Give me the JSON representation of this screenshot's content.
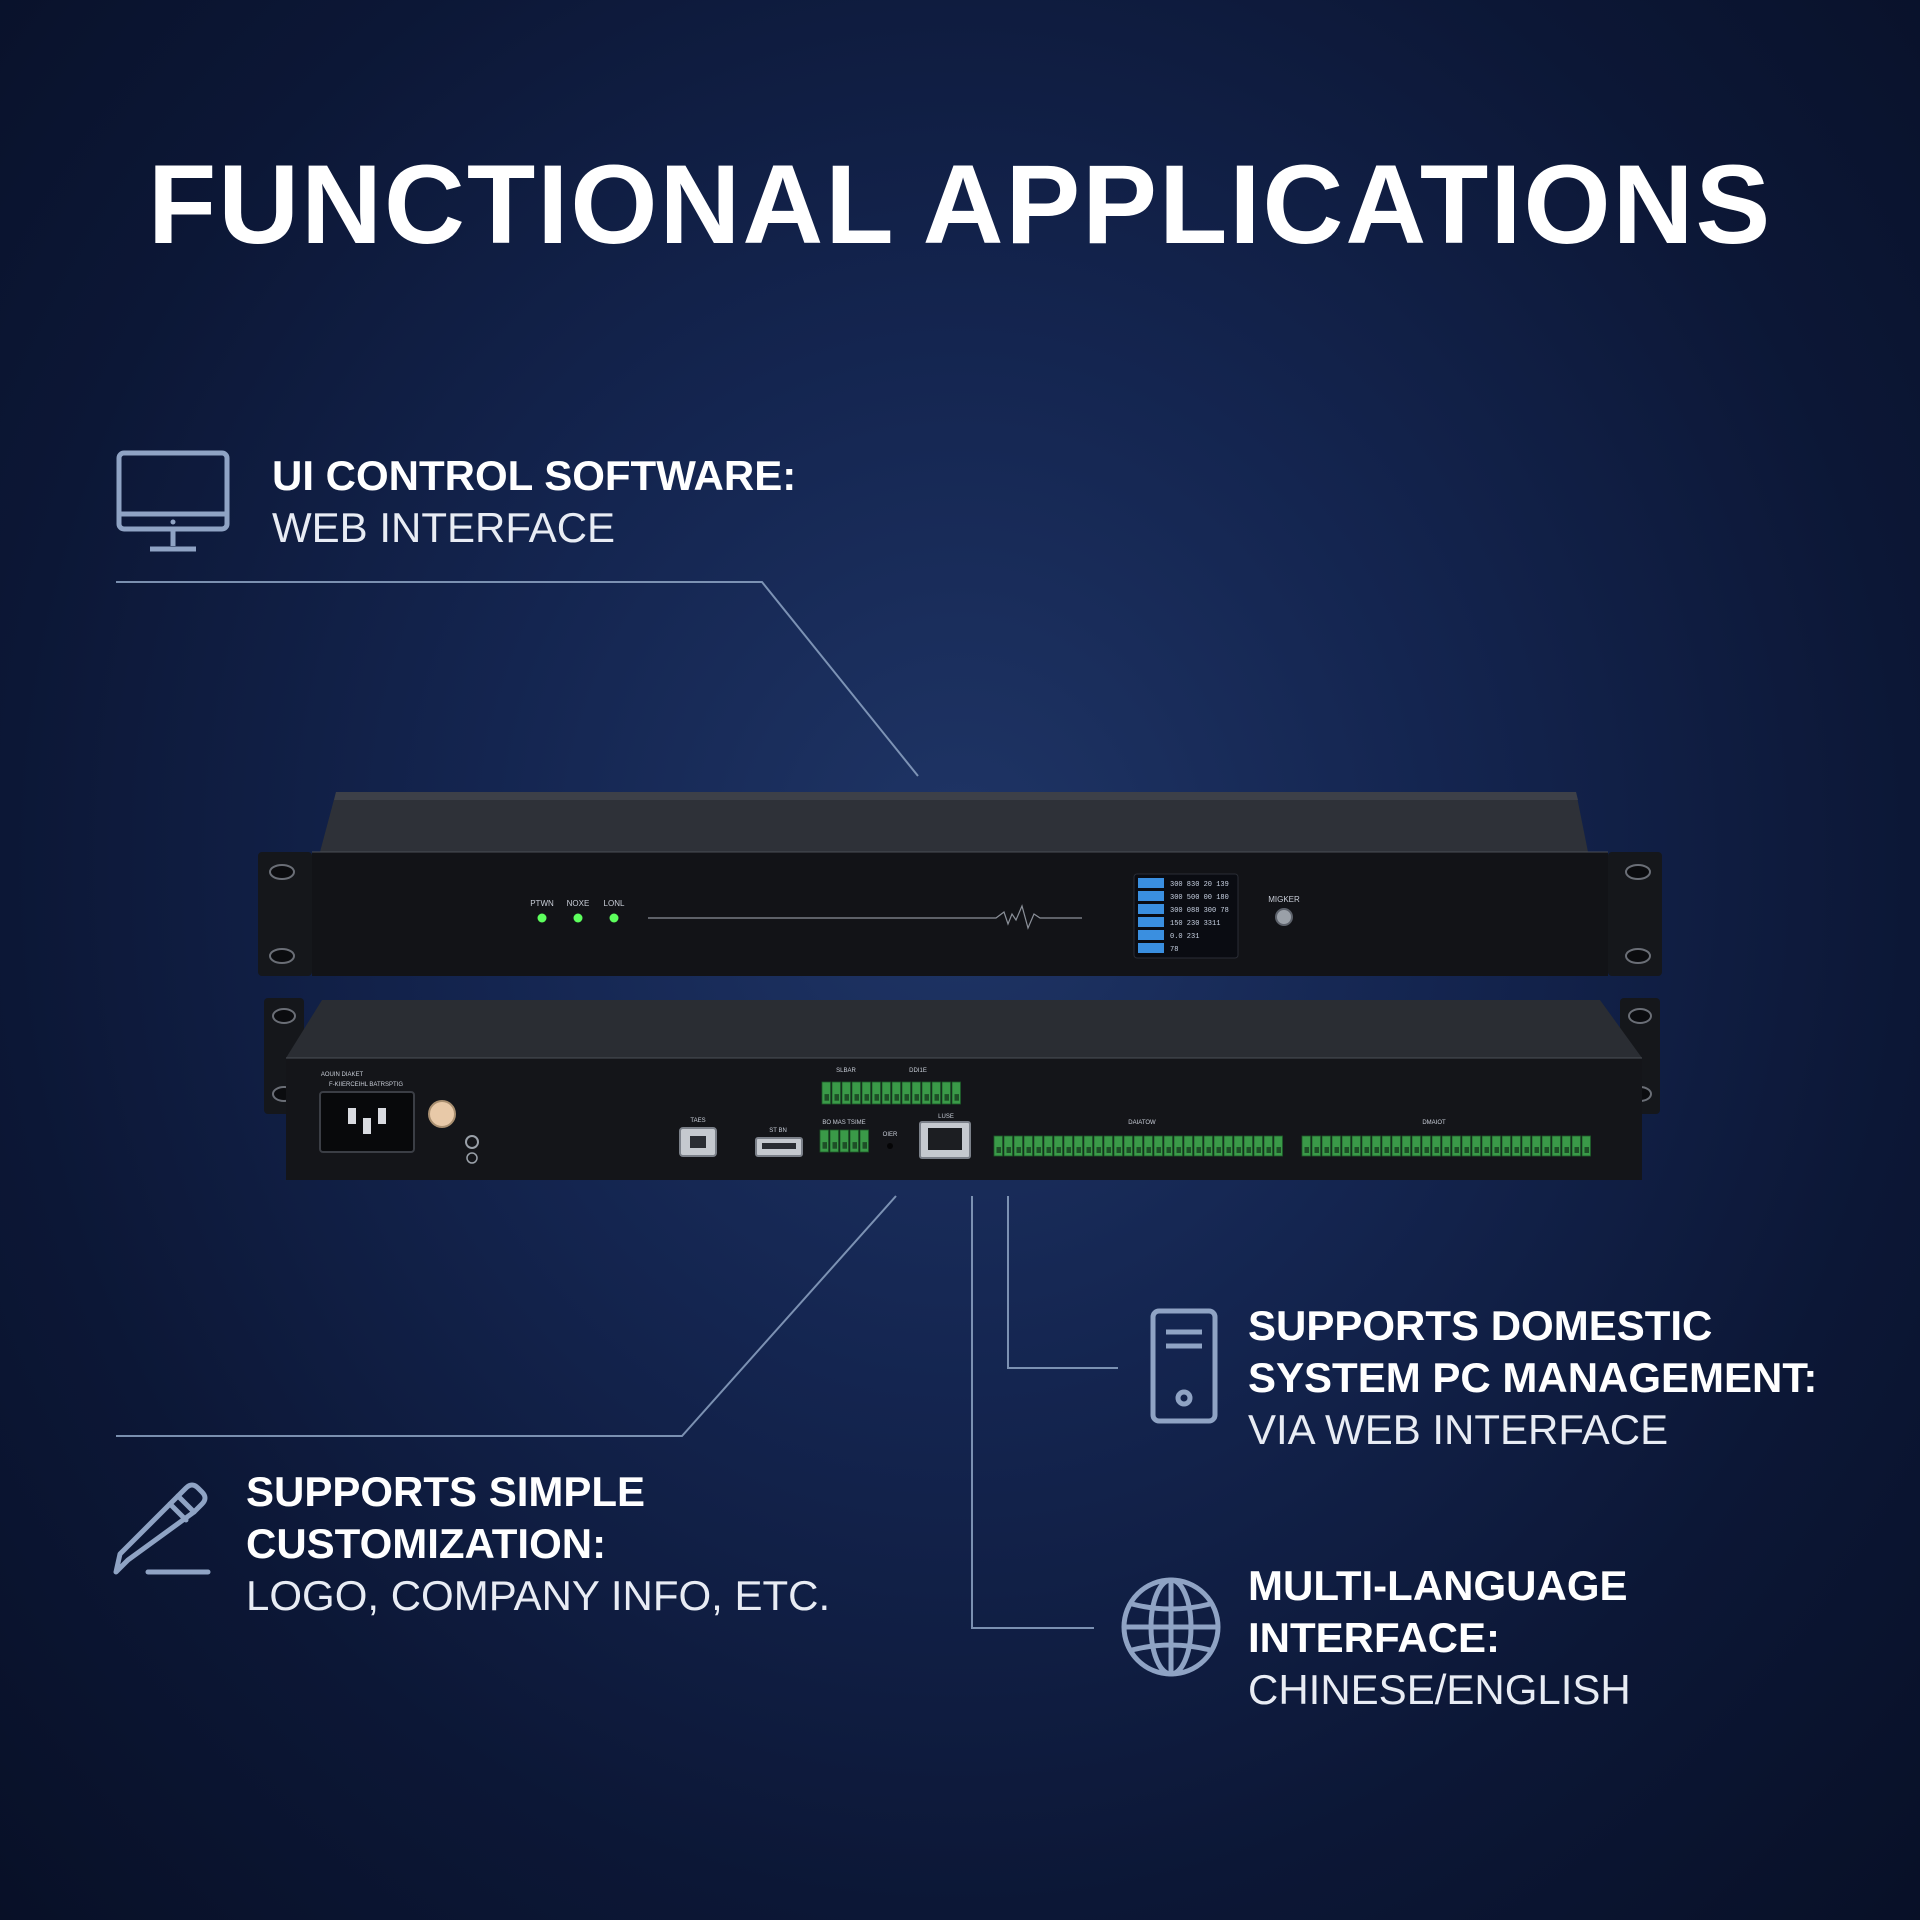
{
  "title": "FUNCTIONAL APPLICATIONS",
  "features": {
    "ui_control": {
      "icon": "monitor-icon",
      "heading": "UI CONTROL SOFTWARE:",
      "sub": "WEB INTERFACE"
    },
    "domestic_pc": {
      "icon": "pc-tower-icon",
      "heading_line1": "SUPPORTS DOMESTIC",
      "heading_line2": "SYSTEM PC MANAGEMENT:",
      "sub": "VIA WEB INTERFACE"
    },
    "customization": {
      "icon": "pencil-icon",
      "heading_line1": "SUPPORTS SIMPLE",
      "heading_line2": "CUSTOMIZATION:",
      "sub": "LOGO, COMPANY INFO, ETC."
    },
    "multilang": {
      "icon": "globe-icon",
      "heading_line1": "MULTI-LANGUAGE",
      "heading_line2": "INTERFACE:",
      "sub": "CHINESE/ENGLISH"
    }
  },
  "device_front": {
    "led_labels": [
      "PTWN",
      "NOXE",
      "LONL"
    ],
    "button_label": "MIGKER",
    "lcd_lines": [
      "300 830 20 139",
      "300 500 00 180",
      "300 088 300 78",
      "150 230 3311",
      "0.0 231",
      "78"
    ]
  },
  "device_rear": {
    "power_label_1": "AOUIN DIAKET",
    "power_label_2": "F-KIIERCEIHL BATRSPTIG",
    "usb_b_label": "TAES",
    "usb_a_label": "ST BN",
    "block_label": "BO MAS TSIME",
    "reset_label": "OIER",
    "lan_label": "LUSE",
    "top_block_label_1": "SLBAR",
    "top_block_label_2": "DDI1E",
    "terminal_label_1": "DAIATOW",
    "terminal_label_2": "DMAIOT"
  },
  "colors": {
    "led": "#5dff5d",
    "terminal": "#3a9a48",
    "accent_line": "#8ea4c4"
  }
}
